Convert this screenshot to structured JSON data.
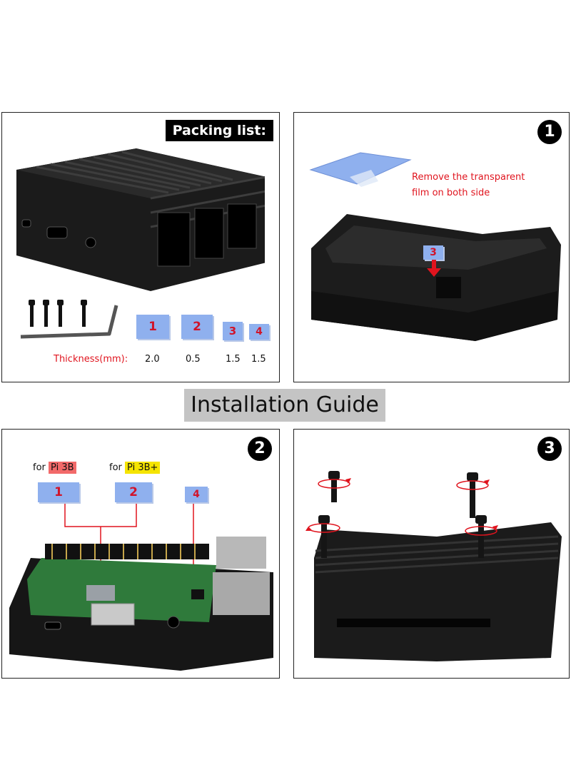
{
  "panel1": {
    "header": "Packing list:",
    "pads": [
      {
        "label": "1",
        "thickness": "2.0"
      },
      {
        "label": "2",
        "thickness": "0.5"
      },
      {
        "label": "3",
        "thickness": "1.5"
      },
      {
        "label": "4",
        "thickness": "1.5"
      }
    ],
    "thickness_label": "Thickness(mm):"
  },
  "panel2": {
    "step": "1",
    "note_line1": "Remove the transparent",
    "note_line2": "film on both side",
    "pad_label": "3"
  },
  "section_title": "Installation Guide",
  "panel3": {
    "step": "2",
    "tag1_prefix": "for",
    "tag1_model": "Pi 3B",
    "tag2_prefix": "for",
    "tag2_model": "Pi 3B+",
    "pads": [
      "1",
      "2",
      "4"
    ]
  },
  "panel4": {
    "step": "3"
  },
  "colors": {
    "pad_blue": "#8fb0ee",
    "accent_red": "#e0141e",
    "tag_red_bg": "#f26a6a",
    "tag_yellow_bg": "#f5e400"
  }
}
